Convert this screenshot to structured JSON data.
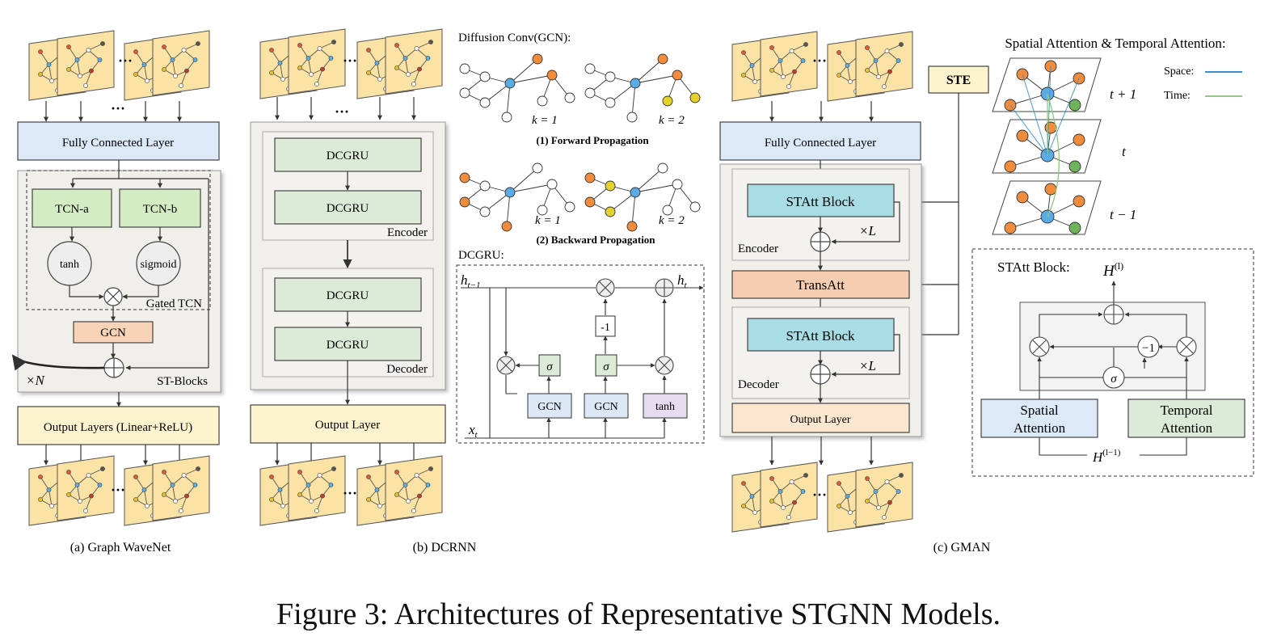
{
  "wavenet": {
    "dots": "···",
    "fc_label": "Fully Connected Layer",
    "tcn_a": "TCN-a",
    "tcn_b": "TCN-b",
    "tanh": "tanh",
    "sigmoid": "sigmoid",
    "gated_tcn": "Gated TCN",
    "gcn": "GCN",
    "times_n": "×N",
    "st_blocks": "ST-Blocks",
    "output_label": "Output Layers (Linear+ReLU)",
    "caption": "(a) Graph WaveNet"
  },
  "dcrnn": {
    "dots": "···",
    "dcgru": "DCGRU",
    "encoder": "Encoder",
    "decoder": "Decoder",
    "output_label": "Output Layer",
    "caption": "(b) DCRNN",
    "diffusion_title": "Diffusion Conv(GCN):",
    "k1": "k = 1",
    "k2": "k = 2",
    "forward": "(1) Forward Propagation",
    "backward": "(2) Backward Propagation",
    "dcgru_title": "DCGRU:",
    "h_prev": "h",
    "h_prev_sub": "t−1",
    "h_t": "h",
    "h_t_sub": "t",
    "x_t": "x",
    "x_t_sub": "t",
    "sigma": "σ",
    "minus_one": "-1",
    "gcn": "GCN",
    "tanh": "tanh"
  },
  "gman": {
    "dots": "···",
    "fc_label": "Fully Connected Layer",
    "ste": "STE",
    "statt_block": "STAtt Block",
    "times_l": "×L",
    "encoder": "Encoder",
    "transatt": "TransAtt",
    "decoder": "Decoder",
    "output_label": "Output Layer",
    "caption": "(c) GMAN",
    "attn_title": "Spatial Attention & Temporal Attention:",
    "space": "Space:",
    "time": "Time:",
    "t_plus": "t + 1",
    "t": "t",
    "t_minus": "t − 1",
    "statt_title": "STAtt Block:",
    "h_l": "H",
    "h_l_sup": "(l)",
    "h_lm1": "H",
    "h_lm1_sup": "(l−1)",
    "minus_one": "−1",
    "sigma": "σ",
    "spatial_attention_1": "Spatial",
    "spatial_attention_2": "Attention",
    "temporal_attention_1": "Temporal",
    "temporal_attention_2": "Attention"
  },
  "figure_caption": "Figure 3: Architectures of Representative STGNN Models.",
  "colors": {
    "fc_blue": "#dce9f8",
    "green": "#d3ecc4",
    "peach": "#f9d3b7",
    "cream": "#fdf3cf",
    "dcgru_green": "#dcebd8",
    "panel_gray": "#f1efea",
    "gcn_blue": "#dce8f5",
    "tanh_purple": "#e6dcef",
    "sigma_green": "#dcebd8",
    "statt_cyan": "#a9dde5",
    "transatt_peach": "#f6cdb0",
    "node_orange": "#f08c3c",
    "node_blue": "#5aace6",
    "node_yellow": "#e6d12a",
    "node_green": "#6fb35a",
    "space_line": "#3b8fd0",
    "time_line": "#8fc97a"
  }
}
